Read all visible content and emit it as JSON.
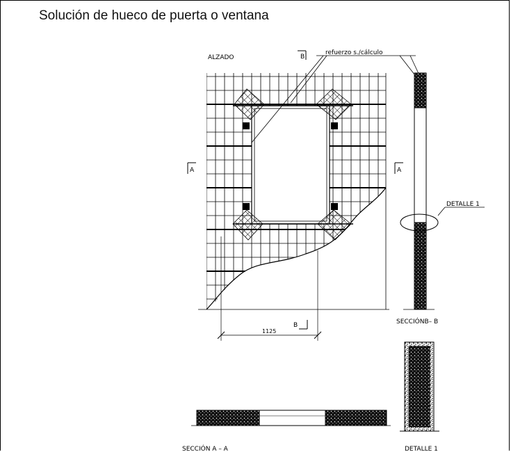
{
  "page": {
    "title": "Solución de hueco de puerta o ventana"
  },
  "labels": {
    "alzado": "ALZADO",
    "refuerzo": "refuerzo s./cálculo",
    "section_b_top": "B",
    "section_b_bottom": "B",
    "section_a_left": "A",
    "section_a_right": "A",
    "detalle_1_callout": "DETALLE 1",
    "seccion_bb": "SECCIÓNB– B",
    "dimension": "1125",
    "seccion_aa": "SECCIÓN  A – A",
    "detalle_1_title": "DETALLE 1"
  },
  "colors": {
    "ink": "#000000",
    "paper": "#ffffff"
  }
}
